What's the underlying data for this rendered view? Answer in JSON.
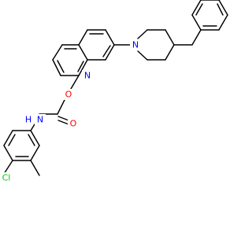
{
  "molecule": {
    "atoms": {
      "O_ether": {
        "symbol": "O",
        "color": "#FF0000"
      },
      "N_quinoline": {
        "symbol": "N",
        "color": "#0000FF"
      },
      "N_piperidine": {
        "symbol": "N",
        "color": "#0000FF"
      },
      "O_carbonyl": {
        "symbol": "O",
        "color": "#FF0000"
      },
      "N_amide": {
        "symbol": "N",
        "color": "#0000FF"
      },
      "H_amide": {
        "symbol": "H",
        "color": "#0000FF"
      },
      "Cl": {
        "symbol": "Cl",
        "color": "#00CC00"
      }
    },
    "bond_color": "#000000",
    "background": "#FFFFFF"
  }
}
